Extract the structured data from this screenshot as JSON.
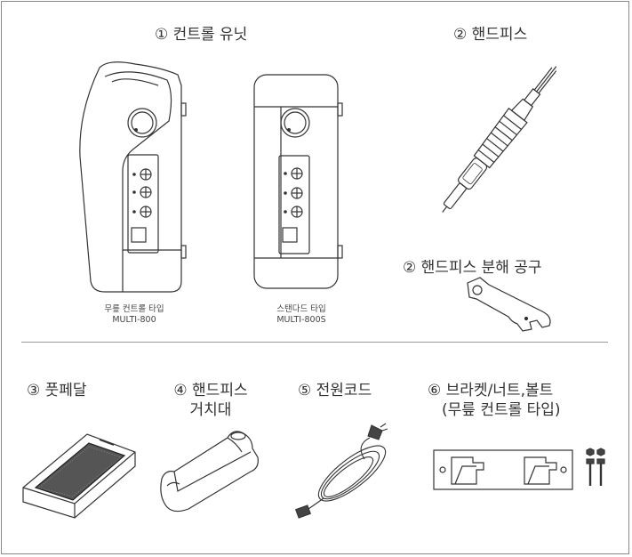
{
  "sections": {
    "control_unit": "① 컨트롤 유닛",
    "handpiece": "② 핸드피스",
    "handpiece_tool": "② 핸드피스 분해 공구",
    "foot_pedal": "③ 풋페달",
    "holder_line1": "④ 핸드피스",
    "holder_line2": "거치대",
    "power_cord": "⑤ 전원코드",
    "bracket_line1": "⑥ 브라켓/너트,볼트",
    "bracket_line2": "(무릎 컨트롤 타입)"
  },
  "units": {
    "knee_type_label": "무릎 컨트롤 타입",
    "knee_type_model": "MULTI-800",
    "standard_type_label": "스탠다드 타입",
    "standard_type_model": "MULTI-800S"
  },
  "colors": {
    "stroke": "#333333",
    "divider": "#9a9a9a"
  }
}
